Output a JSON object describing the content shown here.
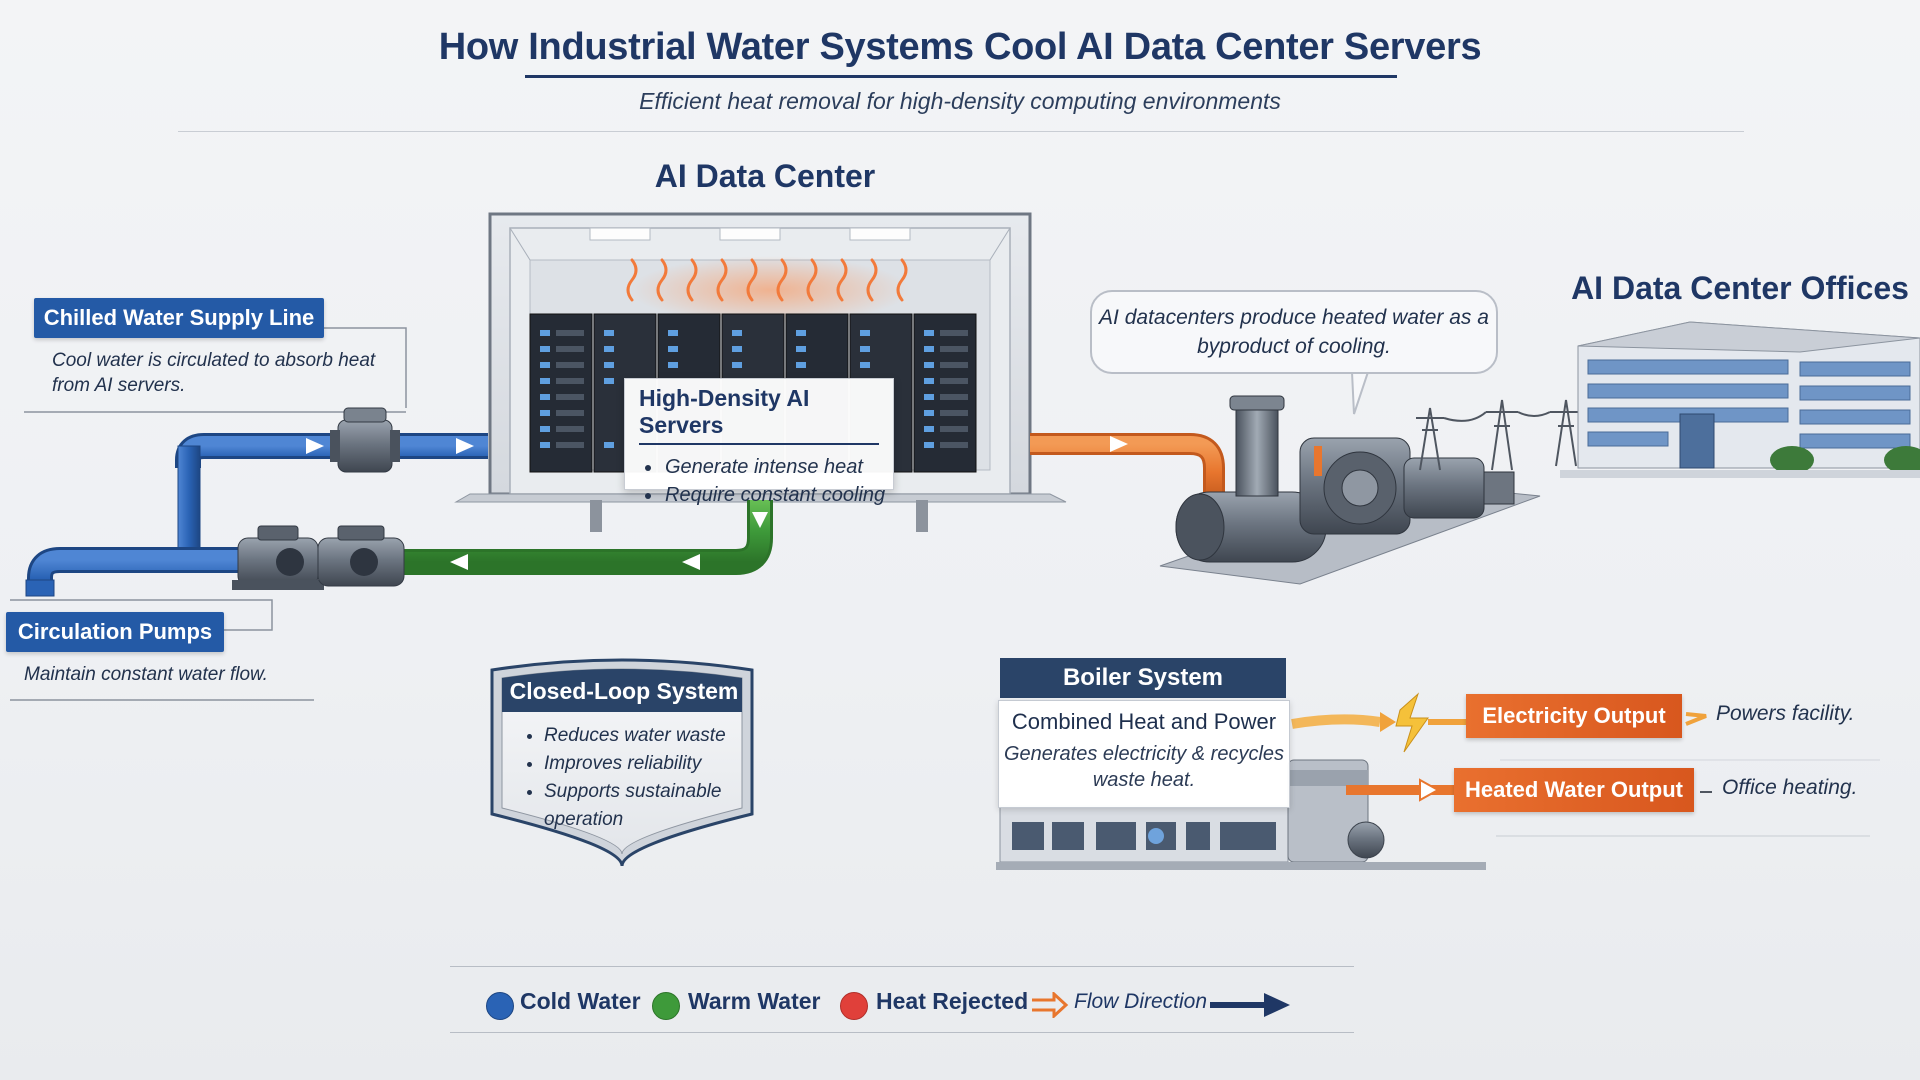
{
  "header": {
    "title": "How Industrial Water Systems Cool AI Data Center Servers",
    "subtitle": "Efficient heat removal for high-density computing environments"
  },
  "data_center": {
    "label": "AI Data Center",
    "servers_card": {
      "title": "High-Density AI Servers",
      "bullets": [
        "Generate intense heat",
        "Require constant cooling"
      ]
    }
  },
  "chilled_supply": {
    "label": "Chilled Water Supply Line",
    "note": "Cool water is circulated to absorb heat from AI servers."
  },
  "pumps": {
    "label": "Circulation Pumps",
    "note": "Maintain constant water flow."
  },
  "closed_loop": {
    "title": "Closed-Loop System",
    "bullets": [
      "Reduces water waste",
      "Improves reliability",
      "Supports sustainable operation"
    ]
  },
  "callout": {
    "text": "AI datacenters produce heated water as a byproduct of cooling."
  },
  "offices": {
    "label": "AI Data Center Offices"
  },
  "boiler": {
    "title": "Boiler System",
    "chp_title": "Combined Heat and Power",
    "chp_desc": "Generates electricity & recycles waste heat."
  },
  "outputs": {
    "electricity": {
      "label": "Electricity Output",
      "note": "Powers facility."
    },
    "heated_water": {
      "label": "Heated Water Output",
      "note": "Office heating."
    }
  },
  "legend": {
    "cold": "Cold Water",
    "warm": "Warm Water",
    "heat": "Heat Rejected",
    "flow": "Flow Direction"
  },
  "colors": {
    "cold": "#2a63b5",
    "warm": "#3e9a3a",
    "heat": "#e0403a",
    "flow": "#e8762e",
    "navy": "#1f3765"
  }
}
